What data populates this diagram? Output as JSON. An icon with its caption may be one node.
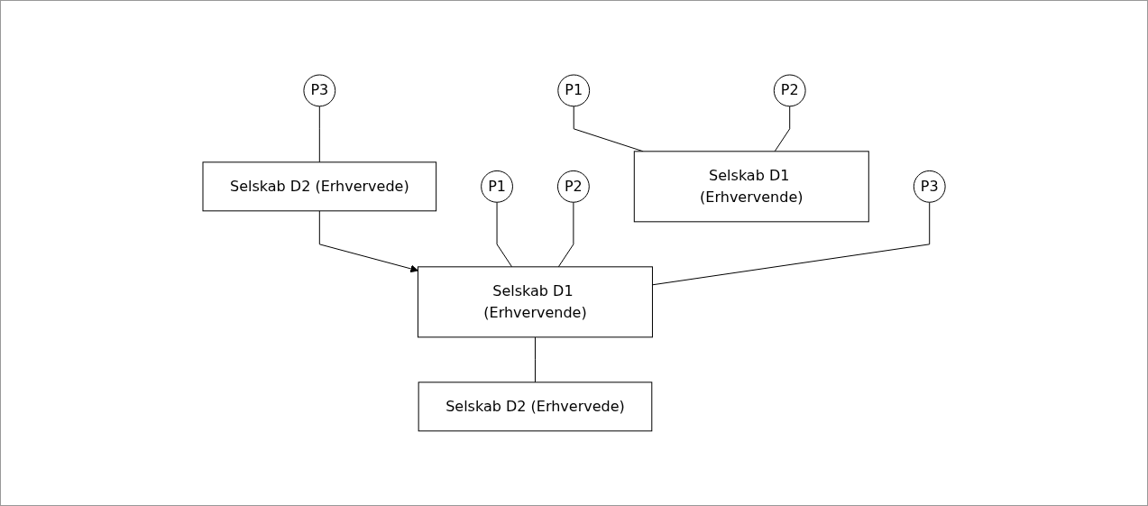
{
  "diagram": {
    "nodes": [
      {
        "text": [
          "P1"
        ]
      },
      {
        "text": [
          "P2"
        ]
      },
      {
        "text": [
          "P3"
        ]
      },
      {
        "text": [
          "P1"
        ]
      },
      {
        "text": [
          "P2"
        ]
      },
      {
        "text": [
          "P3"
        ]
      },
      {
        "text": [
          "Selskab D1 (Erhvervende)"
        ]
      },
      {
        "text": [
          "Selskab D2 (Erhvervede)"
        ]
      },
      {
        "text": [
          "Selskab D1 (Erhvervende)"
        ]
      },
      {
        "text": [
          "Selskab D2 (Erhvervede)"
        ]
      }
    ],
    "edges": [
      {
        "from": 0,
        "to": 6,
        "arrow": "none"
      },
      {
        "from": 1,
        "to": 6,
        "arrow": "none"
      },
      {
        "from": 2,
        "to": 7,
        "arrow": "none"
      },
      {
        "from": 7,
        "to": 8,
        "arrow": "to"
      },
      {
        "from": 3,
        "to": 8,
        "arrow": "none"
      },
      {
        "from": 4,
        "to": 8,
        "arrow": "none"
      },
      {
        "from": 5,
        "to": 8,
        "arrow": "none"
      },
      {
        "from": 8,
        "to": 9,
        "arrow": "none"
      }
    ]
  }
}
